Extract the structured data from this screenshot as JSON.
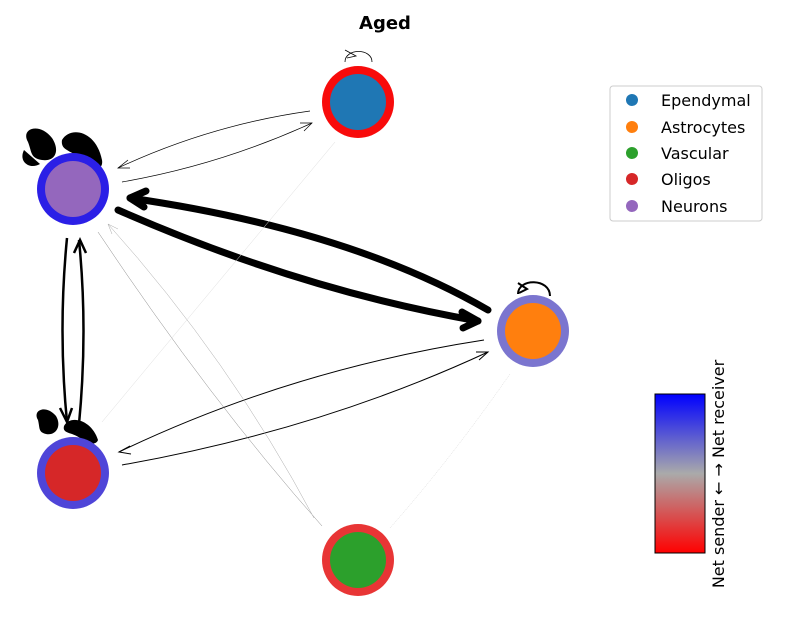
{
  "title": "Aged",
  "legend": [
    {
      "label": "Ependymal",
      "color": "#1f77b4"
    },
    {
      "label": "Astrocytes",
      "color": "#ff7f0e"
    },
    {
      "label": "Vascular",
      "color": "#2ca02c"
    },
    {
      "label": "Oligos",
      "color": "#d62728"
    },
    {
      "label": "Neurons",
      "color": "#9467bd"
    }
  ],
  "nodes": [
    {
      "id": "ependymal",
      "fill": "#1f77b4",
      "ring": "#f80b0b"
    },
    {
      "id": "neurons",
      "fill": "#9467bd",
      "ring": "#2b1fe6"
    },
    {
      "id": "astrocytes",
      "fill": "#ff7f0e",
      "ring": "#7b75cf"
    },
    {
      "id": "oligos",
      "fill": "#d62728",
      "ring": "#4f45d8"
    },
    {
      "id": "vascular",
      "fill": "#2ca02c",
      "ring": "#e83535"
    }
  ],
  "colorbar": {
    "label": "Net sender ← → Net receiver",
    "colors": [
      "#ff0000",
      "#aaaaaa",
      "#0000ff"
    ]
  }
}
